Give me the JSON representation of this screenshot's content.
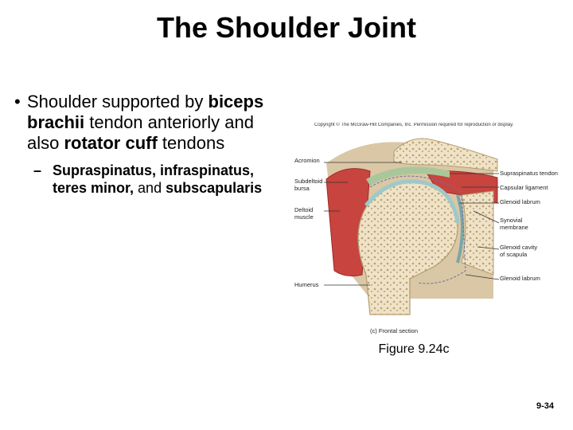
{
  "title": "The Shoulder Joint",
  "bullet1": {
    "t1": "Shoulder supported by ",
    "t2": "biceps brachii",
    "t3": " tendon anteriorly and also ",
    "t4": "rotator cuff",
    "t5": " tendons"
  },
  "bullet2": {
    "t1": "Supraspinatus, infraspinatus, teres minor,",
    "t2": " and ",
    "t3": "subscapularis"
  },
  "figure": {
    "copyright": "Copyright © The McGraw-Hill Companies, Inc. Permission required for reproduction or display.",
    "labels": {
      "acromion": "Acromion",
      "subdeltoid_bursa": "Subdeltoid\nbursa",
      "deltoid_muscle": "Deltoid\nmuscle",
      "humerus": "Humerus",
      "supraspinatus_tendon": "Supraspinatus tendon",
      "capsular_ligament": "Capsular ligament",
      "glenoid_labrum_top": "Glenoid labrum",
      "synovial_membrane": "Synovial\nmembrane",
      "glenoid_cavity": "Glenoid cavity\nof scapula",
      "glenoid_labrum_bottom": "Glenoid labrum",
      "section": "(c) Frontal section"
    }
  },
  "caption": "Figure 9.24c",
  "page_number": "9-34",
  "colors": {
    "bone": "#efe2c6",
    "bone_dark": "#c9b48a",
    "muscle": "#c8443f",
    "cartilage": "#9ec9c8",
    "tendon": "#a9c79b",
    "background_tissue": "#d9c7a6"
  }
}
